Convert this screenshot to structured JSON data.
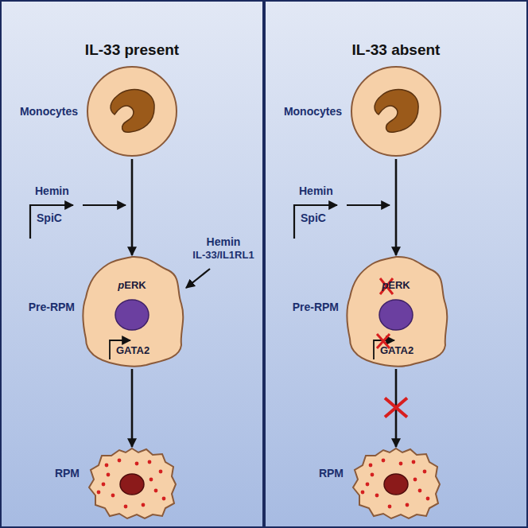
{
  "diagram": {
    "nodes": [
      {
        "text": [
          "IL-33 present"
        ]
      },
      {
        "text": [
          "Monocytes"
        ],
        "in": 0
      },
      {
        "text": [
          "Pre-RPM",
          "pERK",
          "GATA2"
        ],
        "in": 0
      },
      {
        "text": [
          "RPM"
        ],
        "in": 0
      },
      {
        "text": [
          "IL-33 absent"
        ]
      },
      {
        "text": [
          "Monocytes"
        ],
        "in": 4
      },
      {
        "text": [
          "Pre-RPM",
          "pERK",
          "GATA2"
        ],
        "in": 4
      },
      {
        "text": [
          "RPM"
        ],
        "in": 4
      }
    ],
    "edges": [
      {
        "from": 1,
        "to": 2,
        "arrow": "to"
      },
      {
        "from": 2,
        "to": 3,
        "arrow": "to"
      },
      {
        "from": 5,
        "to": 6,
        "arrow": "to"
      },
      {
        "from": 6,
        "to": 7,
        "arrow": "to"
      }
    ],
    "labels": [
      "Hemin",
      "SpiC",
      "Hemin",
      "IL-33/IL1RL1",
      "Hemin",
      "SpiC"
    ]
  }
}
